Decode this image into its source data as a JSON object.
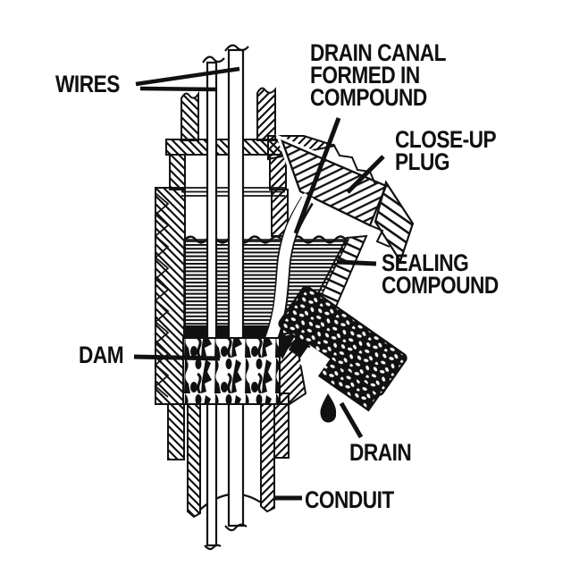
{
  "diagram": {
    "labels": {
      "wires": "WIRES",
      "drain_canal": [
        "DRAIN CANAL",
        "FORMED IN",
        "COMPOUND"
      ],
      "close_up_plug": [
        "CLOSE-UP",
        "PLUG"
      ],
      "sealing_compound": [
        "SEALING",
        "COMPOUND"
      ],
      "dam": "DAM",
      "drain": "DRAIN",
      "conduit": "CONDUIT"
    },
    "colors": {
      "ink": "#111111",
      "background": "#ffffff"
    }
  }
}
